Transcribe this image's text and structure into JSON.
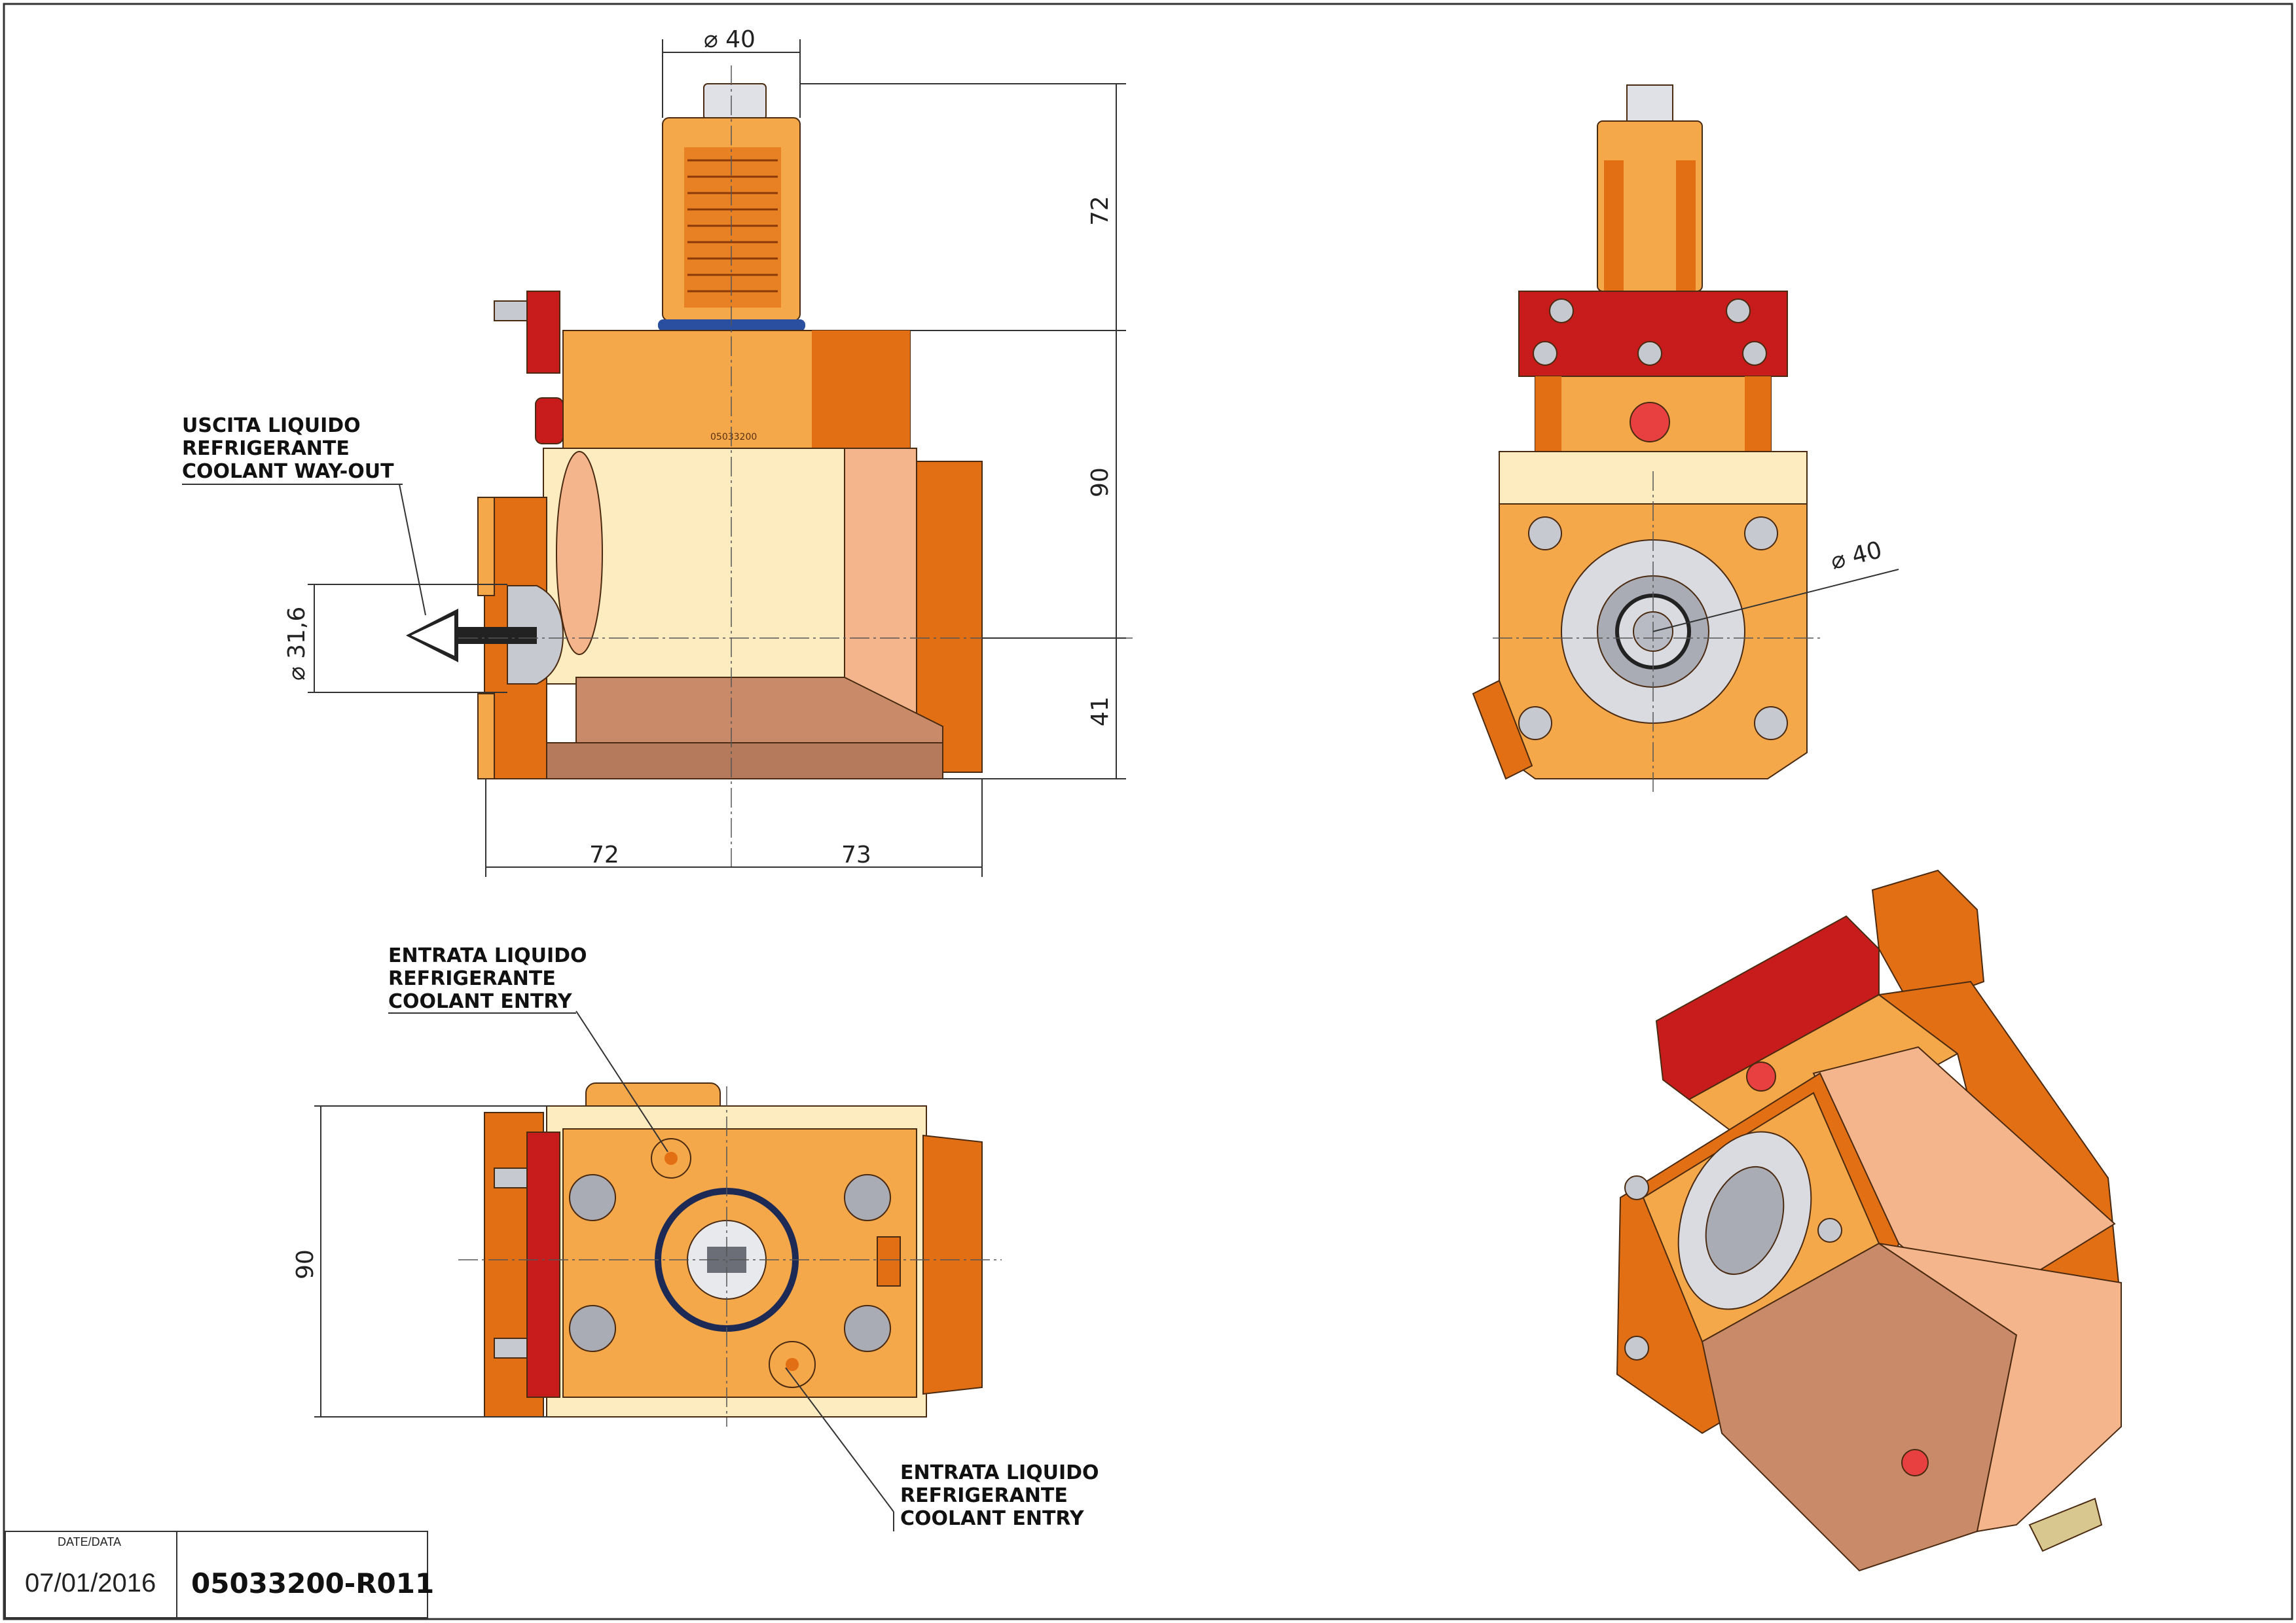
{
  "labels": {
    "coolant_out": [
      "USCITA LIQUIDO",
      "REFRIGERANTE",
      "COOLANT WAY-OUT"
    ],
    "coolant_entry_top": [
      "ENTRATA LIQUIDO",
      "REFRIGERANTE",
      "COOLANT ENTRY"
    ],
    "coolant_entry_bottom": [
      "ENTRATA LIQUIDO",
      "REFRIGERANTE",
      "COOLANT ENTRY"
    ]
  },
  "dimensions": {
    "shank_diameter": "⌀ 40",
    "shank_height": "72",
    "body_height": "90",
    "lower_height": "41",
    "coolant_diameter": "⌀ 31,6",
    "left_width": "72",
    "right_width": "73",
    "top_view_height": "90",
    "front_diameter": "⌀ 40"
  },
  "part_marking": "05033200",
  "title_block": {
    "date_label": "DATE/DATA",
    "date": "07/01/2016",
    "code": "05033200-R011"
  },
  "colors": {
    "orange_main": "#f5a84a",
    "orange_dark": "#e36f14",
    "cream": "#fcecc0",
    "salmon": "#f4b48c",
    "brown": "#c98a6a",
    "red_clamp": "#c81c1c",
    "steel": "#c6c9d0"
  }
}
